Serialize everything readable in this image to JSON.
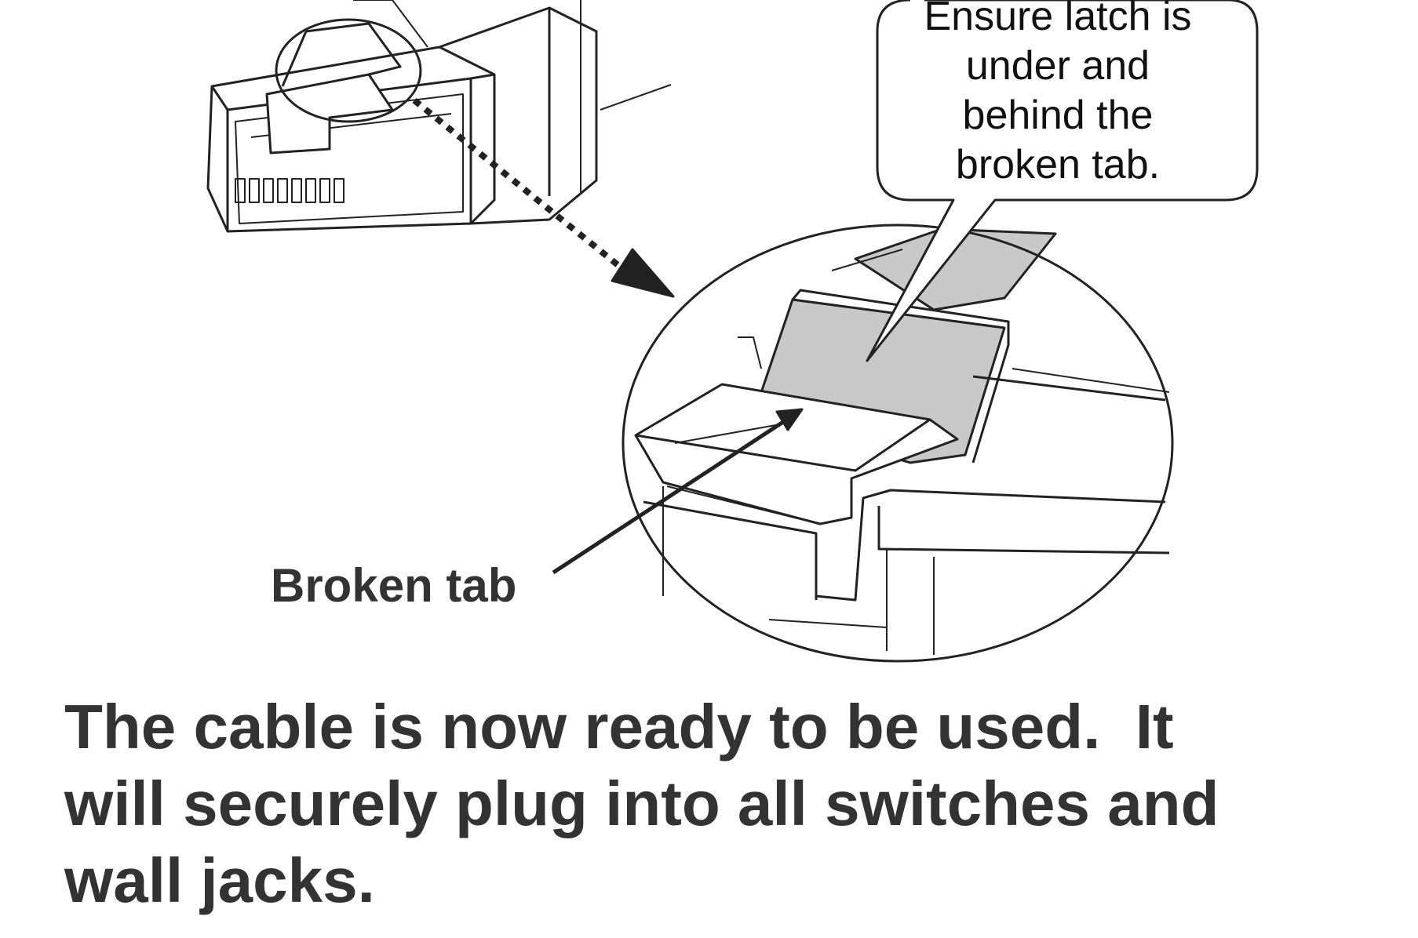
{
  "callout": {
    "lines": [
      "Ensure latch is",
      "under and",
      "behind the",
      "broken tab."
    ]
  },
  "labels": {
    "broken_tab": "Broken tab"
  },
  "caption": {
    "lines": [
      "The cable is now ready to be used.  It",
      "will securely plug into all switches and",
      "wall jacks."
    ]
  },
  "colors": {
    "line": "#222222",
    "latch_fill": "#c8c8c8",
    "text": "#333333"
  }
}
